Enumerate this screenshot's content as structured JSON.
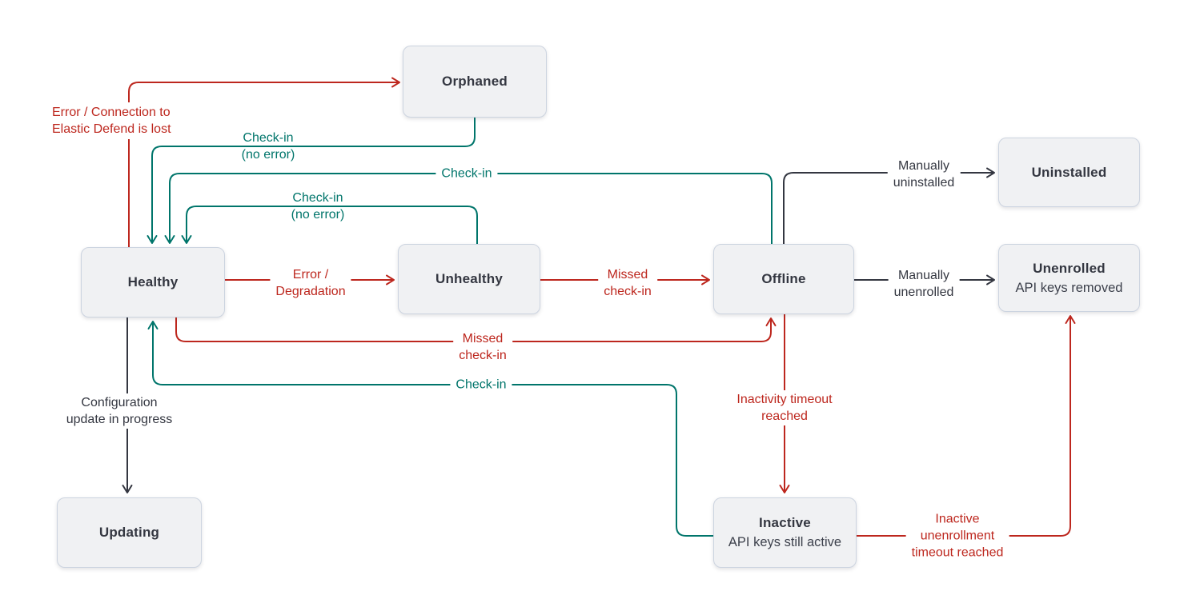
{
  "diagram": {
    "colors": {
      "error": "#bd271e",
      "success": "#00756b",
      "neutral": "#343741",
      "node_fill": "#f0f1f3",
      "node_border": "#ccd4e0",
      "background": "#ffffff"
    },
    "nodes": [
      {
        "id": "orphaned",
        "label": "Orphaned"
      },
      {
        "id": "healthy",
        "label": "Healthy"
      },
      {
        "id": "unhealthy",
        "label": "Unhealthy"
      },
      {
        "id": "offline",
        "label": "Offline"
      },
      {
        "id": "uninstalled",
        "label": "Uninstalled"
      },
      {
        "id": "unenrolled",
        "label": "Unenrolled",
        "sublabel": "API keys removed"
      },
      {
        "id": "updating",
        "label": "Updating"
      },
      {
        "id": "inactive",
        "label": "Inactive",
        "sublabel": "API keys still active"
      }
    ],
    "edges": [
      {
        "from": "healthy",
        "to": "orphaned",
        "color": "error",
        "label": "Error / Connection to\nElastic Defend is lost"
      },
      {
        "from": "orphaned",
        "to": "healthy",
        "color": "success",
        "label": "Check-in\n(no error)"
      },
      {
        "from": "offline",
        "to": "healthy",
        "color": "success",
        "label": "Check-in"
      },
      {
        "from": "unhealthy",
        "to": "healthy",
        "color": "success",
        "label": "Check-in\n(no error)"
      },
      {
        "from": "healthy",
        "to": "unhealthy",
        "color": "error",
        "label": "Error /\nDegradation"
      },
      {
        "from": "unhealthy",
        "to": "offline",
        "color": "error",
        "label": "Missed\ncheck-in"
      },
      {
        "from": "offline",
        "to": "uninstalled",
        "color": "neutral",
        "label": "Manually\nuninstalled"
      },
      {
        "from": "offline",
        "to": "unenrolled",
        "color": "neutral",
        "label": "Manually\nunenrolled"
      },
      {
        "from": "healthy",
        "to": "offline",
        "color": "error",
        "label": "Missed\ncheck-in"
      },
      {
        "from": "inactive",
        "to": "healthy",
        "color": "success",
        "label": "Check-in"
      },
      {
        "from": "healthy",
        "to": "updating",
        "color": "neutral",
        "label": "Configuration\nupdate in progress"
      },
      {
        "from": "offline",
        "to": "inactive",
        "color": "error",
        "label": "Inactivity timeout\nreached"
      },
      {
        "from": "inactive",
        "to": "unenrolled",
        "color": "error",
        "label": "Inactive\nunenrollment\ntimeout reached"
      }
    ]
  }
}
